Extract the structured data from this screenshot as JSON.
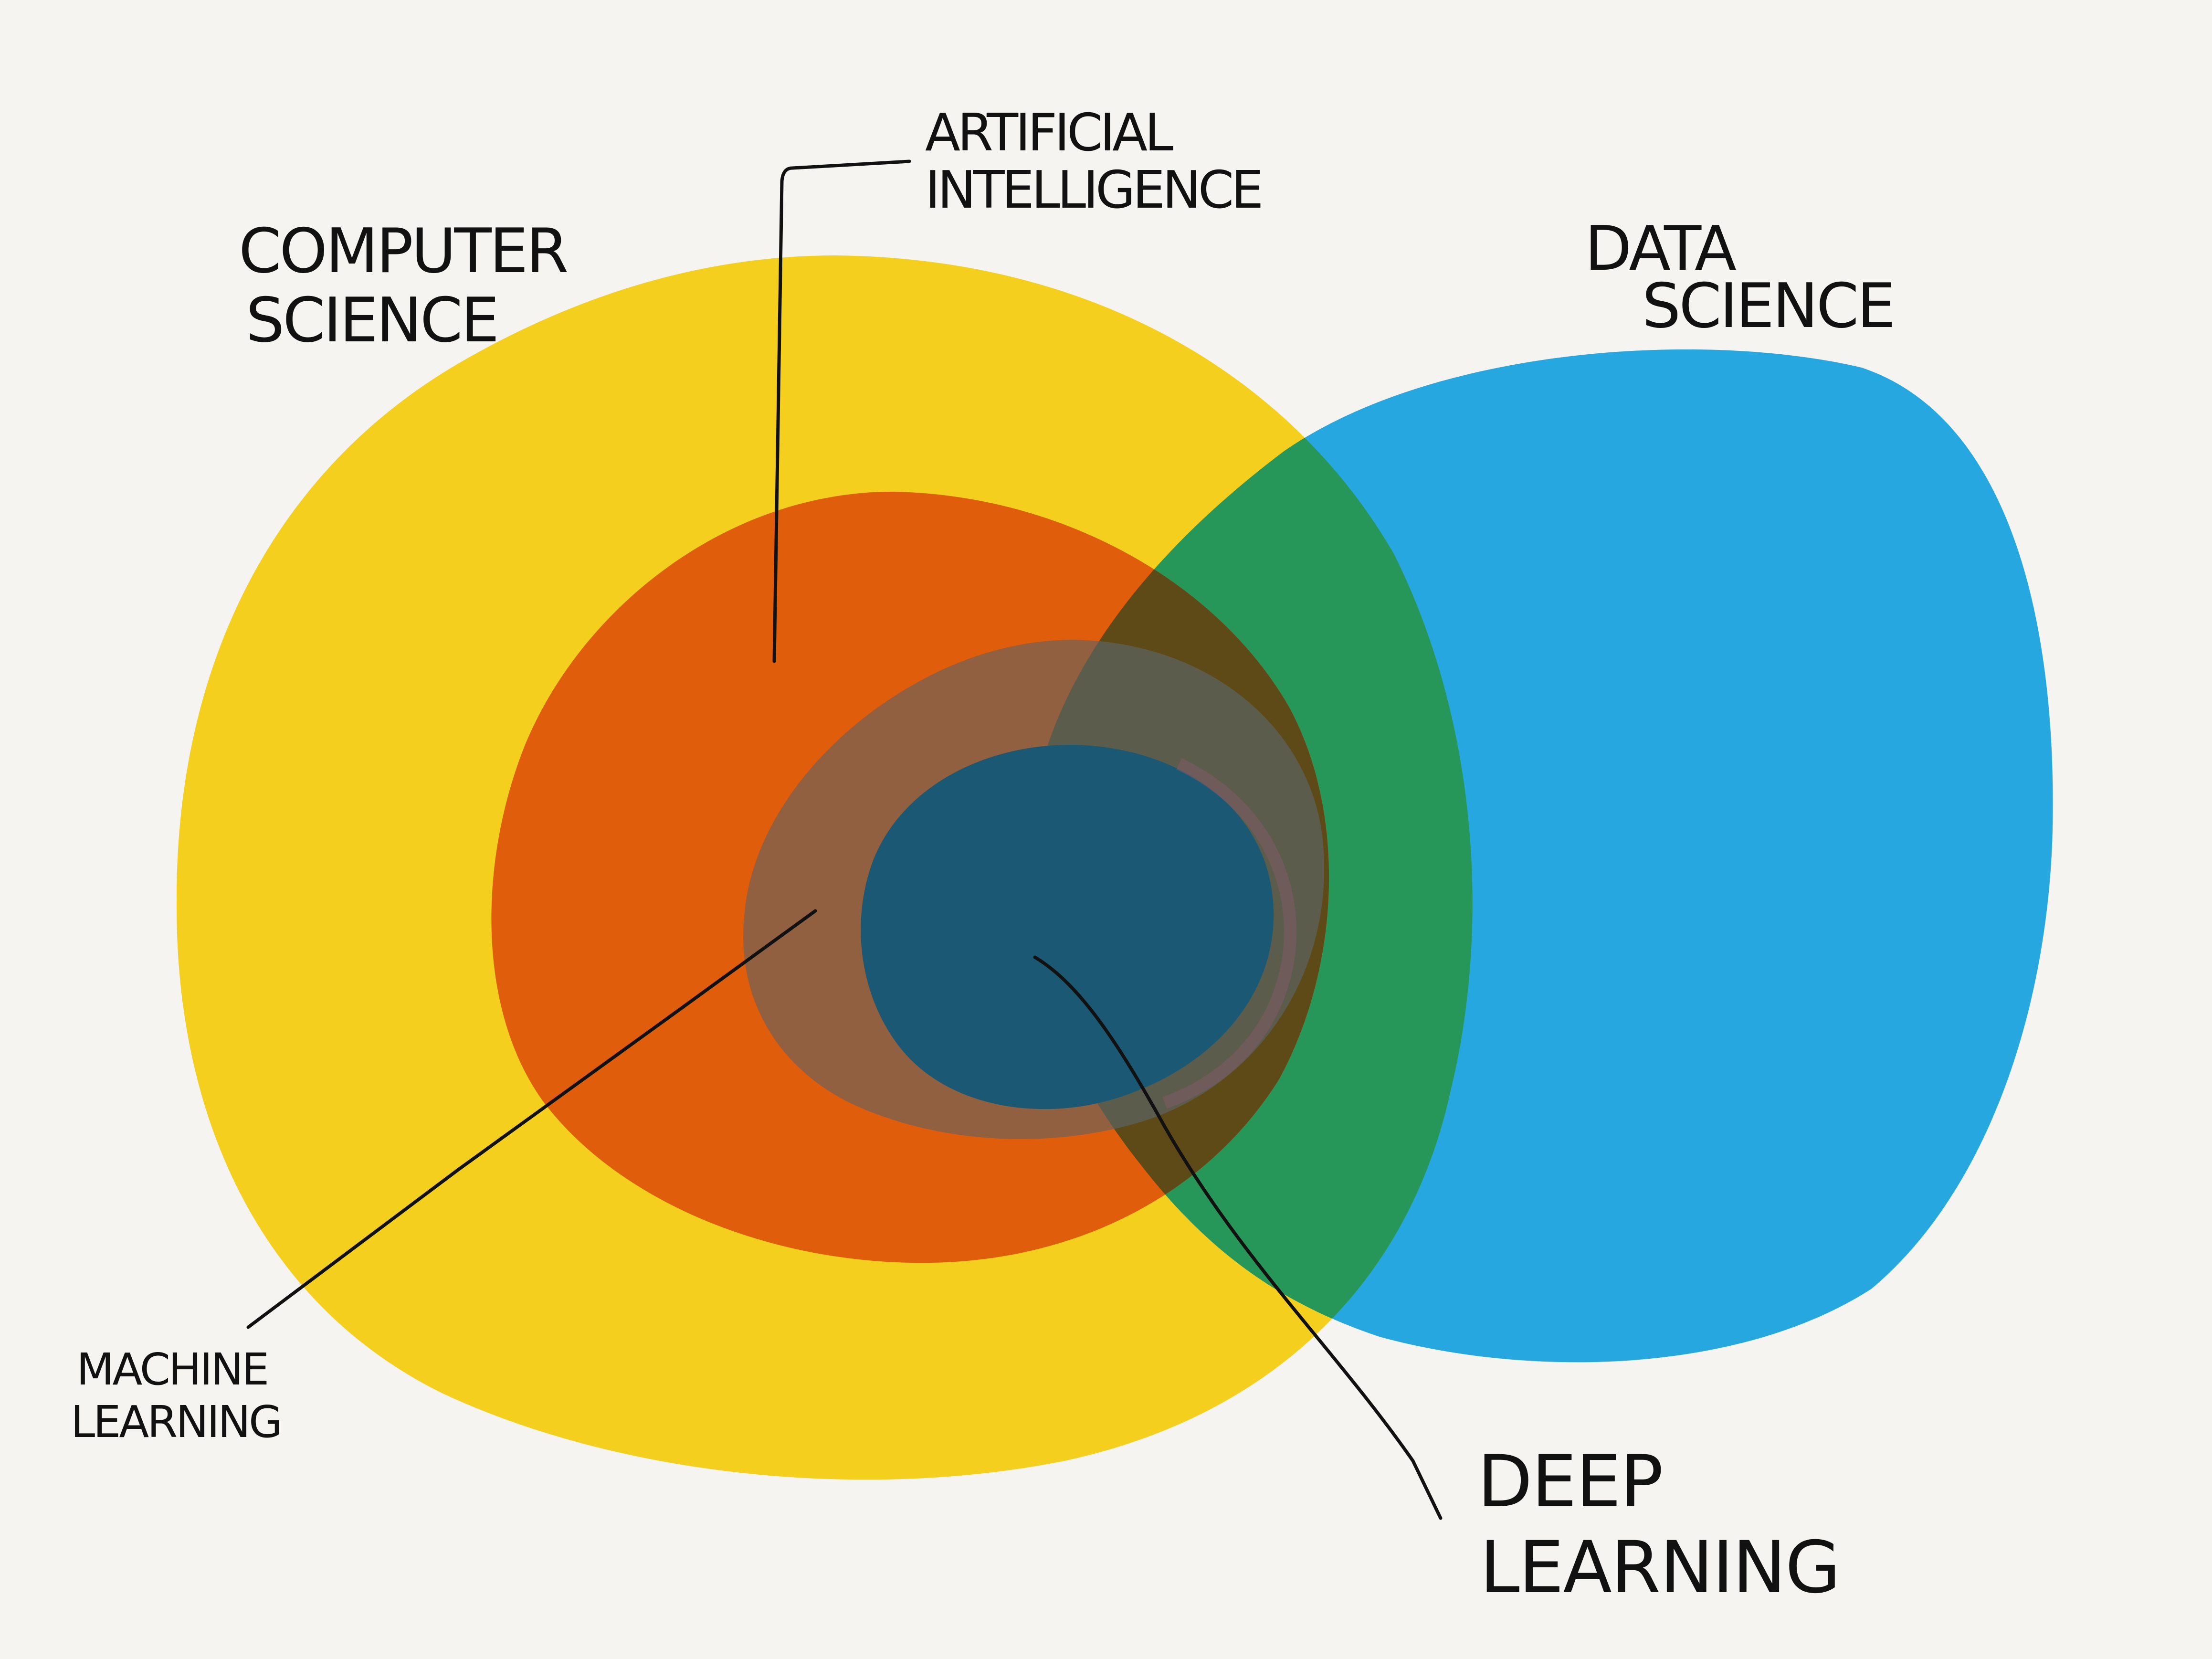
{
  "diagram": {
    "type": "venn",
    "sets": [
      {
        "id": "computer-science",
        "label_lines": [
          "COMPUTER",
          "SCIENCE"
        ],
        "color": "#f5cf1e"
      },
      {
        "id": "data-science",
        "label_lines": [
          "DATA",
          "SCIENCE"
        ],
        "color": "#27a7e0"
      },
      {
        "id": "artificial-intelligence",
        "label_lines": [
          "ARTIFICIAL",
          "INTELLIGENCE"
        ],
        "color": "#e05d0b"
      },
      {
        "id": "machine-learning",
        "label_lines": [
          "MACHINE",
          "LEARNING"
        ],
        "color": "#906041"
      },
      {
        "id": "deep-learning",
        "label_lines": [
          "DEEP",
          "LEARNING"
        ],
        "color": "#1b5873"
      }
    ],
    "overlap_colors": {
      "cs_and_ds": "#279659",
      "ai_and_ds": "#5d4a17",
      "ml_and_ds": "#5b5c4c"
    }
  }
}
